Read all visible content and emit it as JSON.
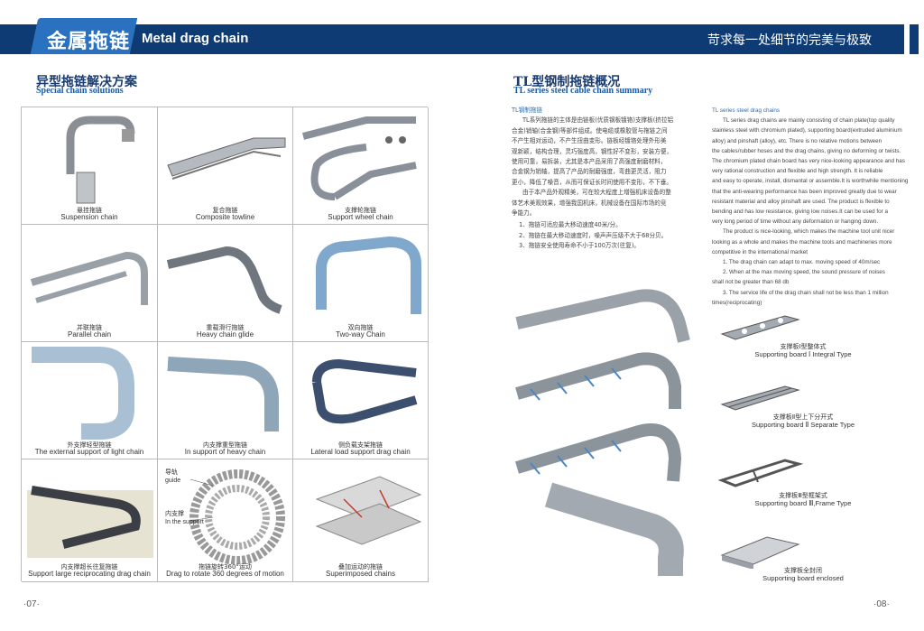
{
  "header": {
    "title_cn": "金属拖链",
    "title_en": "Metal drag chain",
    "slogan": "苛求每一处细节的完美与极致"
  },
  "left": {
    "title_cn": "异型拖链解决方案",
    "title_en": "Special chain solutions",
    "cells": [
      {
        "cn": "悬挂拖链",
        "en": "Suspension chain"
      },
      {
        "cn": "复合拖链",
        "en": "Composite towline"
      },
      {
        "cn": "支撑轮拖链",
        "en": "Support wheel chain"
      },
      {
        "cn": "并联拖链",
        "en": "Parallel chain"
      },
      {
        "cn": "重载滑行拖链",
        "en": "Heavy chain glide"
      },
      {
        "cn": "双向拖链",
        "en": "Two-way Chain"
      },
      {
        "cn": "外支撑轻型拖链",
        "en": "The external support of light chain"
      },
      {
        "cn": "内支撑重型拖链",
        "en": "In support of heavy chain"
      },
      {
        "cn": "侧负载支架拖链",
        "en": "Lateral load support drag chain"
      },
      {
        "cn": "内支撑超长往复拖链",
        "en": "Support large reciprocating drag chain"
      },
      {
        "cn": "拖链旋转360°运动",
        "en": "Drag to rotate 360 degrees of motion"
      },
      {
        "cn": "叠加运动的拖链",
        "en": "Superimposed chains"
      }
    ],
    "rotate_labels": {
      "guide_cn": "导轨",
      "guide_en": "guide",
      "support_cn": "内支撑",
      "support_en": "In the support"
    }
  },
  "right": {
    "title_cn": "TL型钢制拖链概况",
    "title_en": "TL series steel cable chain summary",
    "cn_heading": "TL钢制拖链",
    "cn_body": [
      "TL系列拖链的主体是由链板(优质钢板镀铬)支撑板(挤拉铝",
      "合金)销轴(合金钢)等部件组成。使电缆或橡胶管与拖链之间",
      "不产生相对运动，不产生扭曲变形。链板经镀铬处理外形美",
      "观新颖，结构合理，灵巧强度高，钢性好不变形，安装方便，",
      "使用可靠，易拆装，尤其是本产品采用了高强度耐磨材料，",
      "合金钢为销轴，提高了产品的耐磨强度，弯曲更灵活，阻力",
      "更小，降低了噪音，从而可保证长时间使用不变形，不下垂。",
      "由于本产品外观精美，可在较大程度上增强机床设备的整",
      "体艺术美观效果，增强我国机床，机械设备在国际市场的竞",
      "争能力。"
    ],
    "cn_list": [
      "1、拖链可适应最大移动速度40米/分。",
      "2、拖链在最大移动速度时，噪声声压级不大于68分贝。",
      "3、拖链安全使用寿命不小于100万次(往复)。"
    ],
    "en_heading": "TL series steel drag chains",
    "en_body": [
      "TL series drag chains are mainly consisting of chain plate(top quality",
      "stainless steel with chromium plated), supporting board(extruded aluminium",
      "alloy) and pinshaft (alloy), etc.  There is no relative motions between",
      "the cables/rubber hoses and the drag chains, giving no deforming or twists.",
      "The chromium plated chain board has very nice-looking appearance and has",
      "very rational construction and flexible and high strength. It is reliable",
      "and easy to operate, install, dismantal or assemble.It is worthwhile mentioning",
      "that the anti-wearing performance has been improved greatly due to wear",
      "resistant material and alloy pinshaft are used. The product is flexible to",
      "bending and has low resistance, giving low noises.It can be used for a",
      "very long period of time without any deformation or hanging down.",
      "The product is nice-looking, which makes the machine tool unit nicer",
      "looking as a whole and makes the machine tools and machineries more",
      "competitive in the international market",
      "1. The drag chain can adapt to max. moving speed of 40m/sec",
      "2. When at the max moving speed, the sound pressure of noises",
      "shall not be greater than 68 db",
      "3. The service life of the drag chain shall not be less than 1 million",
      "times(reciprocating)"
    ],
    "boards": [
      {
        "cn": "支撑板Ⅰ型整体式",
        "en": "Supporting board Ⅰ Integral Type"
      },
      {
        "cn": "支撑板Ⅱ型上下分开式",
        "en": "Supporting board Ⅱ Separate Type"
      },
      {
        "cn": "支撑板Ⅲ型框架式",
        "en": "Supporting board Ⅲ,Frame Type"
      },
      {
        "cn": "支撑板全封闭",
        "en": "Supporting board enclosed"
      }
    ]
  },
  "pages": {
    "left": "·07·",
    "right": "·08·"
  }
}
